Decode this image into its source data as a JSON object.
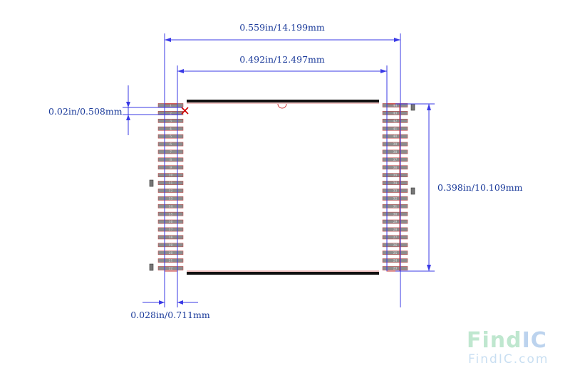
{
  "dimensions": {
    "overall_width": "0.559in/14.199mm",
    "body_width": "0.492in/12.497mm",
    "pin_pitch": "0.02in/0.508mm",
    "body_height": "0.398in/10.109mm",
    "lead_width": "0.028in/0.711mm"
  },
  "package": {
    "pins_per_side": 22,
    "left_first_pin": 1,
    "right_first_pin": 23
  },
  "watermark": {
    "brand_part1": "Find",
    "brand_part2": "IC",
    "url": "FindIC.com"
  },
  "colors": {
    "dimension": "#3a3ae6",
    "pad_fill": "#8c8c8c",
    "pad_outline": "#c83c3c",
    "body_edge": "#111111",
    "pin1_marker": "#cc0000",
    "watermark_green": "#bfe7cf",
    "watermark_blue": "#bcd3ee"
  }
}
